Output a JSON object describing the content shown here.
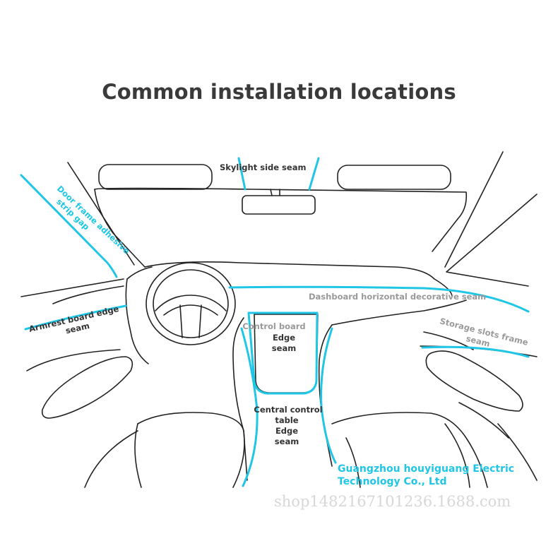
{
  "title": "Common installation locations",
  "labels": {
    "skylight": "Skylight side seam",
    "door_frame": [
      "Door frame adhesive",
      "strip gap"
    ],
    "armrest": [
      "Armrest board edge",
      "seam"
    ],
    "dashboard": "Dashboard horizontal decorative seam",
    "control_board": [
      "Control board",
      "Edge",
      "seam"
    ],
    "storage": [
      "Storage slots frame",
      "seam"
    ],
    "central": [
      "Central control",
      "table",
      "Edge",
      "seam"
    ]
  },
  "company": [
    "Guangzhou houyiguang Electric",
    "Technology Co., Ltd"
  ],
  "watermark": "shop1482167101236.1688.com",
  "colors": {
    "strip": "#20c6e6",
    "outline": "#222222",
    "title": "#3a3a3a",
    "grey_label": "#9a9a9a"
  }
}
